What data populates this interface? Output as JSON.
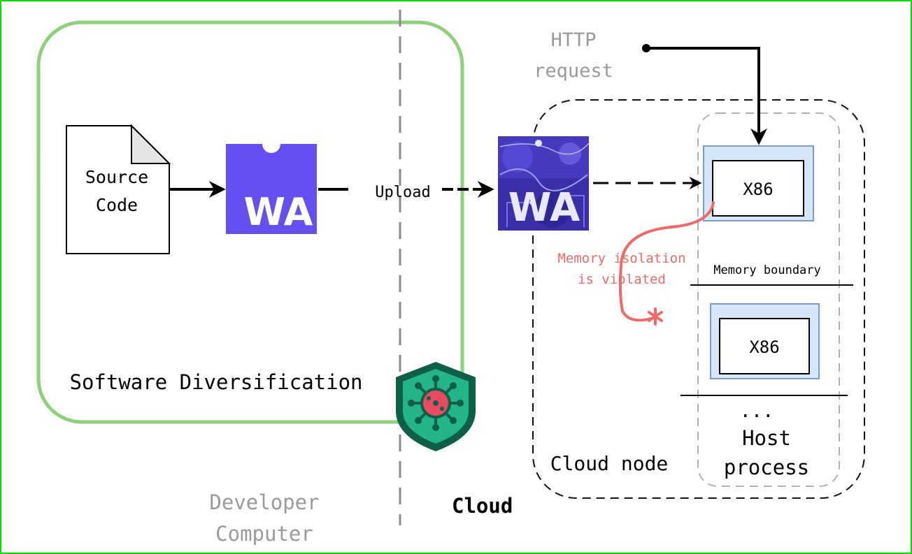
{
  "colors": {
    "frame_border": "#00e000",
    "diversification_box": "#8fd07a",
    "divider": "#8a8a8a",
    "wasm_purple": "#654ff0",
    "wasm_art_dark": "#3a2fa8",
    "x86_fill": "#d6e6fb",
    "x86_border": "#7a9cc6",
    "violation": "#f06a6a",
    "shield_green": "#23b589",
    "shield_dark": "#0e5f46",
    "virus_red": "#e84a5f",
    "muted_text": "#9a9a9a",
    "ink": "#000000"
  },
  "icons": {
    "source_file": "document-icon",
    "wasm_logo": "webassembly-logo-icon",
    "wasm_art": "webassembly-artwork-icon",
    "shield": "shield-virus-icon",
    "violation_mark": "asterisk-icon"
  },
  "labels": {
    "source_code_line1": "Source",
    "source_code_line2": "Code",
    "wa_logo_text": "WA",
    "wa_art_text": "WA",
    "upload": "Upload",
    "http_line1": "HTTP",
    "http_line2": "request",
    "x86_top": "X86",
    "x86_bottom": "X86",
    "memory_isolation_line1": "Memory isolation",
    "memory_isolation_line2": "is violated",
    "memory_boundary": "Memory boundary",
    "ellipsis": "...",
    "host_process_line1": "Host",
    "host_process_line2": "process",
    "cloud_node": "Cloud node",
    "software_diversification": "Software Diversification",
    "developer_line1": "Developer",
    "developer_line2": "Computer",
    "cloud": "Cloud"
  }
}
